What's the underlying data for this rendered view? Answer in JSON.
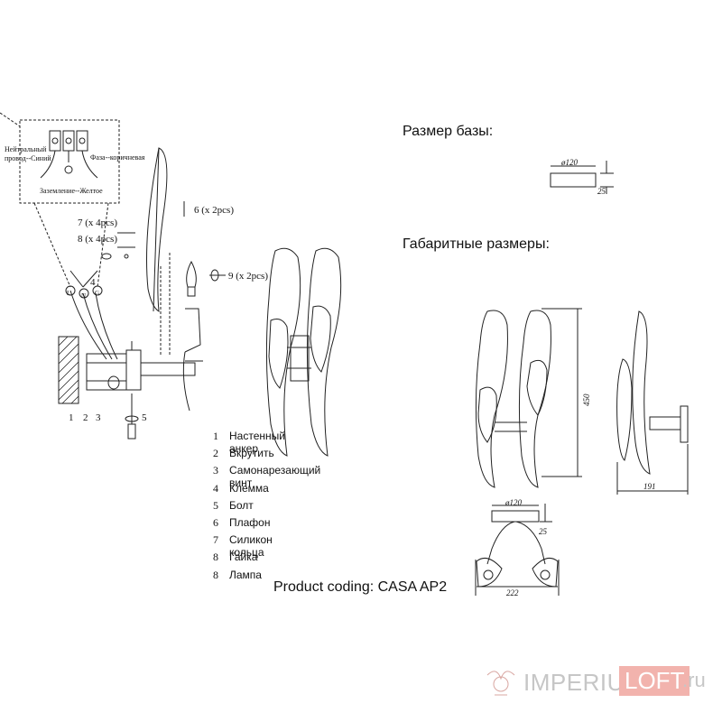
{
  "headings": {
    "base_size": "Размер базы:",
    "overall_size": "Габаритные размеры:"
  },
  "wiring": {
    "neutral": "Нейтральный провод--Синий",
    "neutral_line1": "Нейтральный",
    "neutral_line2": "провод--Синий",
    "phase": "Фаза--коричневая",
    "ground": "Заземление--Желтое",
    "terminal_marks": [
      "L",
      "N",
      "G"
    ]
  },
  "callouts": {
    "shade": "6 (x 2pcs)",
    "ring": "7 (x 4pcs)",
    "nut": "8 (x 4pcs)",
    "lamp": "9 (x 2pcs)",
    "terminal": "4",
    "bolt": "5",
    "bottom_numbers": [
      "1",
      "2",
      "3"
    ]
  },
  "dimensions": {
    "base_diameter": "ø120",
    "base_depth": "25",
    "height": "450",
    "depth": "191",
    "width": "222",
    "top_diameter": "ø120",
    "top_depth": "25"
  },
  "parts": [
    {
      "num": "1",
      "label": "Настенный анкер"
    },
    {
      "num": "2",
      "label": "Вкрутить"
    },
    {
      "num": "3",
      "label": "Самонарезающий винт"
    },
    {
      "num": "4",
      "label": "Клемма"
    },
    {
      "num": "5",
      "label": "Болт"
    },
    {
      "num": "6",
      "label": "Плафон"
    },
    {
      "num": "7",
      "label": "Силикон кольца"
    },
    {
      "num": "8",
      "label": "Гайка"
    },
    {
      "num": "8",
      "label": "Лампа"
    }
  ],
  "product_coding": "Product coding: CASA AP2",
  "watermark": {
    "brand_a": "IMPERIUM",
    "brand_b": "LOFT",
    "domain": ".ru",
    "colors": {
      "grey": "#c6c6c6",
      "pink": "#f2b3ad"
    }
  }
}
